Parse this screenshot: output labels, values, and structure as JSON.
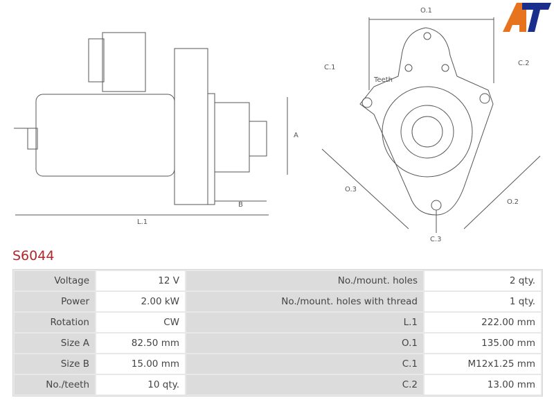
{
  "part_number": "S6044",
  "logo_text": "AT",
  "diagram_labels": {
    "l1": "L.1",
    "a": "A",
    "b": "B",
    "o1": "O.1",
    "o2": "O.2",
    "o3": "O.3",
    "c1": "C.1",
    "c2": "C.2",
    "c3": "C.3",
    "teeth": "Teeth"
  },
  "specs": [
    {
      "label": "Voltage",
      "value": "12 V",
      "label2": "No./mount. holes",
      "value2": "2 qty."
    },
    {
      "label": "Power",
      "value": "2.00 kW",
      "label2": "No./mount. holes with thread",
      "value2": "1 qty."
    },
    {
      "label": "Rotation",
      "value": "CW",
      "label2": "L.1",
      "value2": "222.00 mm"
    },
    {
      "label": "Size A",
      "value": "82.50 mm",
      "label2": "O.1",
      "value2": "135.00 mm"
    },
    {
      "label": "Size B",
      "value": "15.00 mm",
      "label2": "C.1",
      "value2": "M12x1.25 mm"
    },
    {
      "label": "No./teeth",
      "value": "10 qty.",
      "label2": "C.2",
      "value2": "13.00 mm"
    }
  ],
  "colors": {
    "title": "#b0262b",
    "logo_orange": "#e8731e",
    "logo_blue": "#1a2f8c"
  }
}
